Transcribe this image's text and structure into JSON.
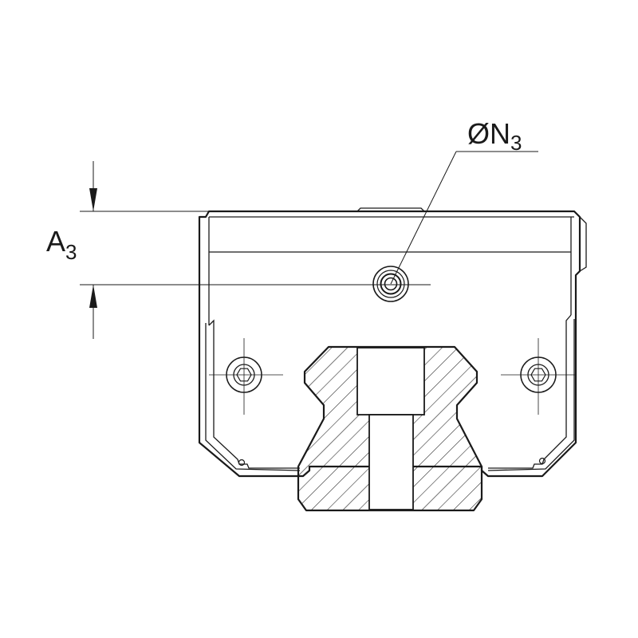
{
  "labels": {
    "diameter_symbol": "Ø",
    "diameter_letter": "N",
    "diameter_index": "3",
    "height_letter": "A",
    "height_index": "3"
  },
  "colors": {
    "line": "#1a1a1a",
    "background": "#ffffff"
  }
}
